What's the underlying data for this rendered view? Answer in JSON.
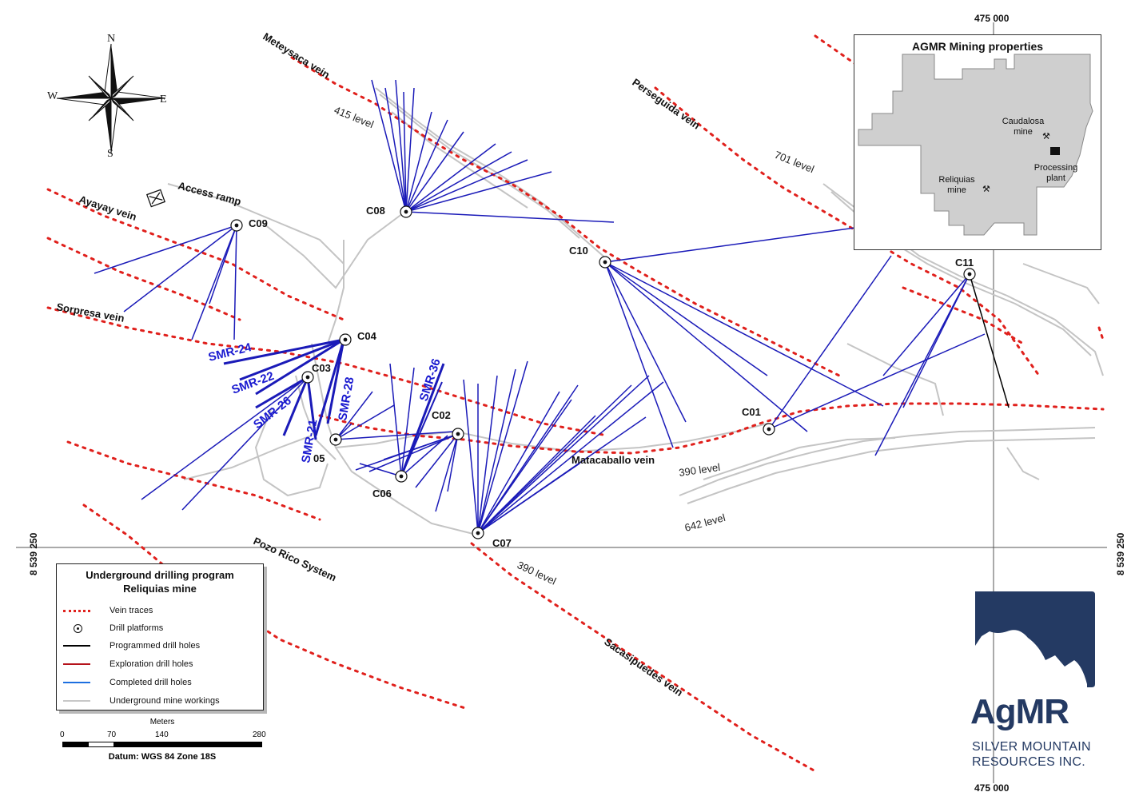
{
  "map": {
    "compass": {
      "n": "N",
      "s": "S",
      "e": "E",
      "w": "W"
    },
    "grid": {
      "easting_top": "475 000",
      "easting_bottom": "475 000",
      "northing_left": "8 539 250",
      "northing_right": "8 539 250"
    },
    "veins": {
      "meteysaca": "Meteysaca vein",
      "ayayay": "Ayayay vein",
      "sorpresa": "Sorpresa vein",
      "perseguida": "Perseguida vein",
      "matacaballo": "Matacaballo vein",
      "pozo_rico": "Pozo Rico System",
      "sacasipuedes": "Sacasipuedes vein"
    },
    "levels": {
      "l415": "415 level",
      "l701": "701 level",
      "l390a": "390 level",
      "l642": "642 level",
      "l390b": "390 level"
    },
    "access_ramp": "Access ramp",
    "platforms": {
      "c01": "C01",
      "c02": "C02",
      "c03": "C03",
      "c04": "C04",
      "c05": "05",
      "c06": "C06",
      "c07": "C07",
      "c08": "C08",
      "c09": "C09",
      "c10": "C10",
      "c11": "C11"
    },
    "holes": {
      "smr24": "SMR-24",
      "smr22": "SMR-22",
      "smr26": "SMR-26",
      "smr21": "SMR-21",
      "smr28": "SMR-28",
      "smr36": "SMR-36"
    }
  },
  "legend": {
    "title_line1": "Underground drilling program",
    "title_line2": "Reliquias mine",
    "items": [
      {
        "label": "Vein traces",
        "color": "#e0201c",
        "style": "dotted"
      },
      {
        "label": "Drill platforms",
        "color": "#111111",
        "style": "platform"
      },
      {
        "label": "Programmed drill holes",
        "color": "#000000",
        "style": "solid"
      },
      {
        "label": "Exploration drill holes",
        "color": "#b5121b",
        "style": "solid"
      },
      {
        "label": "Completed drill holes",
        "color": "#1d6fe0",
        "style": "solid"
      },
      {
        "label": "Underground mine workings",
        "color": "#c8c8c8",
        "style": "solid"
      }
    ]
  },
  "scale": {
    "caption": "Meters",
    "ticks": [
      "0",
      "70",
      "140",
      "280"
    ],
    "datum": "Datum: WGS 84 Zone 18S"
  },
  "inset": {
    "title": "AGMR Mining properties",
    "caudalosa": "Caudalosa mine",
    "reliquias": "Reliquias mine",
    "plant": "Processing plant"
  },
  "logo": {
    "brand": "AgMR",
    "tagline1": "SILVER MOUNTAIN",
    "tagline2": "RESOURCES INC.",
    "color": "#243a63"
  },
  "colors": {
    "vein": "#e0201c",
    "completed": "#1a1ab8",
    "programmed": "#000000",
    "workings": "#c8c8c8"
  }
}
